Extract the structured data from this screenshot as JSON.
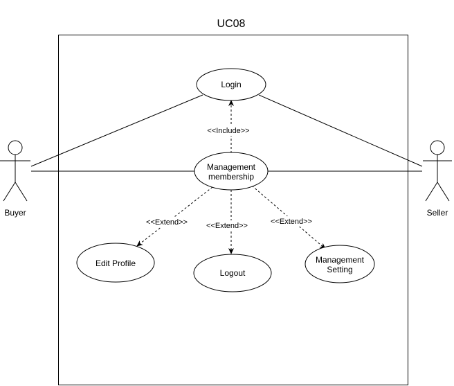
{
  "system": {
    "title": "UC08"
  },
  "actors": {
    "buyer": {
      "label": "Buyer"
    },
    "seller": {
      "label": "Seller"
    }
  },
  "use_cases": {
    "login": {
      "label": "Login"
    },
    "management_membership": {
      "label_line1": "Management",
      "label_line2": "membership"
    },
    "edit_profile": {
      "label": "Edit Profile"
    },
    "logout": {
      "label": "Logout"
    },
    "management_setting": {
      "label_line1": "Management",
      "label_line2": "Setting"
    }
  },
  "relationships": {
    "include_login": {
      "stereotype": "<<Include>>"
    },
    "extend_edit_profile": {
      "stereotype": "<<Extend>>"
    },
    "extend_logout": {
      "stereotype": "<<Extend>>"
    },
    "extend_management_setting": {
      "stereotype": "<<Extend>>"
    }
  }
}
